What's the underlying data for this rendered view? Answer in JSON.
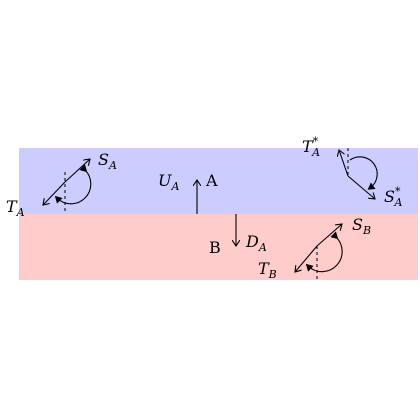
{
  "colors": {
    "region_a": "#ccccff",
    "region_b": "#ffcccc",
    "ink": "#000000"
  },
  "region_a": {
    "label": "A",
    "up_vector": {
      "symbol": "U",
      "sub": "A"
    },
    "left_pair": {
      "s": {
        "symbol": "S",
        "sub": "A"
      },
      "t": {
        "symbol": "T",
        "sub": "A"
      }
    },
    "right_pair": {
      "t": {
        "symbol": "T",
        "sup": "*",
        "sub": "A"
      },
      "s": {
        "symbol": "S",
        "sup": "*",
        "sub": "A"
      }
    }
  },
  "region_b": {
    "label": "B",
    "down_vector": {
      "symbol": "D",
      "sub": "A"
    },
    "pair": {
      "s": {
        "symbol": "S",
        "sub": "B"
      },
      "t": {
        "symbol": "T",
        "sub": "B"
      }
    }
  }
}
